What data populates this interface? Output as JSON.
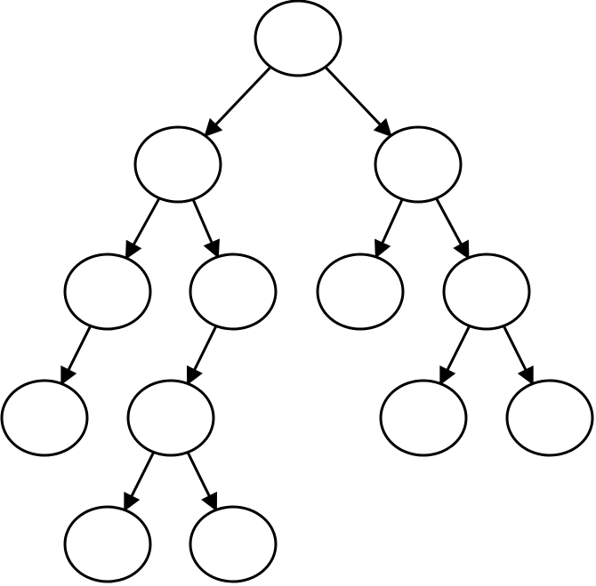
{
  "diagram": {
    "type": "tree",
    "style": {
      "node_fill": "#ffffff",
      "node_stroke": "#000000",
      "edge_color": "#000000"
    },
    "nodes": [
      {
        "id": "n1",
        "label": ""
      },
      {
        "id": "n2",
        "label": ""
      },
      {
        "id": "n3",
        "label": ""
      },
      {
        "id": "n4",
        "label": ""
      },
      {
        "id": "n5",
        "label": ""
      },
      {
        "id": "n6",
        "label": ""
      },
      {
        "id": "n7",
        "label": ""
      },
      {
        "id": "n8",
        "label": ""
      },
      {
        "id": "n9",
        "label": ""
      },
      {
        "id": "n10",
        "label": ""
      },
      {
        "id": "n11",
        "label": ""
      },
      {
        "id": "n12",
        "label": ""
      },
      {
        "id": "n13",
        "label": ""
      }
    ],
    "edges": [
      {
        "from": "n1",
        "to": "n2"
      },
      {
        "from": "n1",
        "to": "n3"
      },
      {
        "from": "n2",
        "to": "n4"
      },
      {
        "from": "n2",
        "to": "n5"
      },
      {
        "from": "n3",
        "to": "n6"
      },
      {
        "from": "n3",
        "to": "n7"
      },
      {
        "from": "n4",
        "to": "n8"
      },
      {
        "from": "n5",
        "to": "n9"
      },
      {
        "from": "n7",
        "to": "n10"
      },
      {
        "from": "n7",
        "to": "n11"
      },
      {
        "from": "n9",
        "to": "n12"
      },
      {
        "from": "n9",
        "to": "n13"
      }
    ]
  }
}
